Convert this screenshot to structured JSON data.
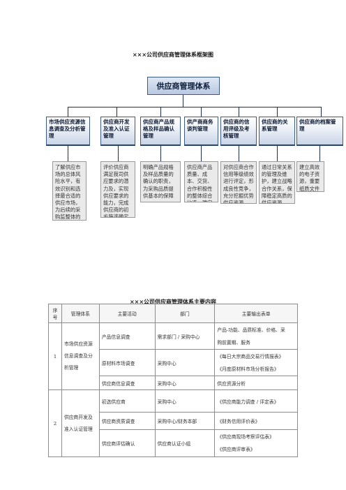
{
  "chart_title": "×××公司供应商管理体系框架图",
  "root": "供应商管理体系",
  "categories": [
    {
      "title": "市场供应资源信息调查及分析管理",
      "desc": "了解供应市场的总体风险水平，有效识别和选择最合适的供应市场，为后续的采购监整体的信息基础"
    },
    {
      "title": "供应商开发及准入认证管理",
      "desc": "评价供应商满足我司供应要求的潜力及，实现供应要求的能力，完成供应商的初步筛选确定有限数量的供应商名单"
    },
    {
      "title": "供应商产品规格及样品确认管理",
      "desc": "明确产品规格及样品质量的确认的职责，为采购品质提供基本的保障"
    },
    {
      "title": "供产商商务谈判管理",
      "desc": "供应商产品质量、成本、交货、合作积极性的整体综合比选，确定合作供应商"
    },
    {
      "title": "供应商的信用评级及考核管理",
      "desc": "对供应商合作信用等级绩效进行评定，形成良性竞争，充分挖掘优势供应资源"
    },
    {
      "title": "供应商的关系管理",
      "desc": "通过日常关系的管理及维护，建立战略合作关系，保障稳定高质的供应资源"
    },
    {
      "title": "供应商的档案管理",
      "desc": "建立高效的电子资源，重要纸质文件的统一建档保管"
    }
  ],
  "table_title": "×××公司供应商管理体系主要内容",
  "table": {
    "headers": [
      "序号",
      "管理体系",
      "主要活动",
      "部门",
      "主要输出表单"
    ],
    "groups": [
      {
        "no": "1",
        "system": "市场供应资源信息调查及分析管理",
        "rows": [
          {
            "activity": "产品信息调查",
            "dept": "需求部门 / 采购中心",
            "output": [
              "产品-功能、品质标准、价格、采",
              "购前置期、服务"
            ]
          },
          {
            "activity": "原材料市场调查",
            "dept": "采购中心",
            "output": [
              "《每日大宗商品交易行情报表》",
              "《月度原材料市场分析报告》"
            ]
          },
          {
            "activity": "供应商信息调查",
            "dept": "采购中心",
            "output": [
              "供应资源分析"
            ]
          }
        ]
      },
      {
        "no": "2",
        "system": "供应商开发及准入认证管理",
        "rows": [
          {
            "activity": "初选供应商",
            "dept": "采购中心",
            "output": [
              "《供应商能力调查 / 评定表》"
            ]
          },
          {
            "activity": "供应商资质调查",
            "dept": "采购中心/财务本部",
            "output": [
              "《财务信用评价表》"
            ]
          },
          {
            "activity": "供应商评估确认",
            "dept": "供应商认证小组",
            "output": [
              "《供应商现场考察评估表》",
              "《供应商评审表》"
            ]
          }
        ]
      }
    ]
  }
}
